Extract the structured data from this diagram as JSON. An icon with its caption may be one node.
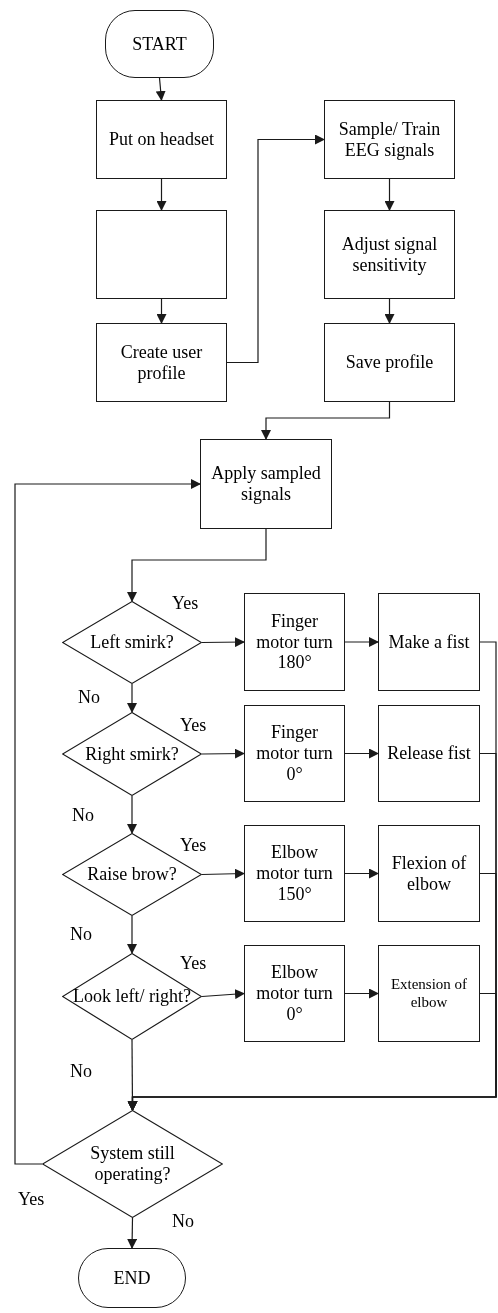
{
  "diagram": {
    "nodes": [
      {
        "text": [
          "START"
        ]
      },
      {
        "text": [
          "Put on headset"
        ]
      },
      {
        "text": [],
        "shape": "box"
      },
      {
        "text": [
          "Create user profile"
        ]
      },
      {
        "text": [
          "Sample/ Train EEG signals"
        ]
      },
      {
        "text": [
          "Adjust signal sensitivity"
        ]
      },
      {
        "text": [
          "Save profile"
        ]
      },
      {
        "text": [
          "Apply sampled signals"
        ]
      },
      {
        "text": [
          "Left smirk?"
        ]
      },
      {
        "text": [
          "Finger motor turn 180°"
        ]
      },
      {
        "text": [
          "Make a fist"
        ]
      },
      {
        "text": [
          "Right smirk?"
        ]
      },
      {
        "text": [
          "Finger motor turn 0°"
        ]
      },
      {
        "text": [
          "Release fist"
        ]
      },
      {
        "text": [
          "Raise brow?"
        ]
      },
      {
        "text": [
          "Elbow motor turn 150°"
        ]
      },
      {
        "text": [
          "Flexion of elbow"
        ]
      },
      {
        "text": [
          "Look left/ right?"
        ]
      },
      {
        "text": [
          "Elbow motor turn 0°"
        ]
      },
      {
        "text": [
          "Extension of elbow"
        ]
      },
      {
        "text": [
          "System still operating?"
        ]
      },
      {
        "text": [
          "END"
        ]
      }
    ],
    "edges": [
      {
        "from": 0,
        "to": 1,
        "arrow": "to"
      },
      {
        "from": 1,
        "to": 2,
        "arrow": "to"
      },
      {
        "from": 2,
        "to": 3,
        "arrow": "to"
      },
      {
        "from": 3,
        "to": 4,
        "arrow": "to"
      },
      {
        "from": 4,
        "to": 5,
        "arrow": "to"
      },
      {
        "from": 5,
        "to": 6,
        "arrow": "to"
      },
      {
        "from": 6,
        "to": 7,
        "arrow": "to"
      },
      {
        "from": 7,
        "to": 8,
        "arrow": "to"
      },
      {
        "from": 8,
        "to": 9,
        "arrow": "to",
        "label": "Yes"
      },
      {
        "from": 9,
        "to": 10,
        "arrow": "to"
      },
      {
        "from": 8,
        "to": 11,
        "arrow": "to",
        "label": "No"
      },
      {
        "from": 11,
        "to": 12,
        "arrow": "to",
        "label": "Yes"
      },
      {
        "from": 12,
        "to": 13,
        "arrow": "to"
      },
      {
        "from": 11,
        "to": 14,
        "arrow": "to",
        "label": "No"
      },
      {
        "from": 14,
        "to": 15,
        "arrow": "to",
        "label": "Yes"
      },
      {
        "from": 15,
        "to": 16,
        "arrow": "to"
      },
      {
        "from": 14,
        "to": 17,
        "arrow": "to",
        "label": "No"
      },
      {
        "from": 17,
        "to": 18,
        "arrow": "to",
        "label": "Yes"
      },
      {
        "from": 18,
        "to": 19,
        "arrow": "to"
      },
      {
        "from": 17,
        "to": 20,
        "arrow": "to",
        "label": "No"
      },
      {
        "from": 10,
        "to": 20,
        "arrow": "to"
      },
      {
        "from": 13,
        "to": 20,
        "arrow": "to"
      },
      {
        "from": 16,
        "to": 20,
        "arrow": "to"
      },
      {
        "from": 19,
        "to": 20,
        "arrow": "to"
      },
      {
        "from": 20,
        "to": 7,
        "arrow": "to",
        "label": "Yes"
      },
      {
        "from": 20,
        "to": 21,
        "arrow": "to",
        "label": "No"
      }
    ]
  }
}
